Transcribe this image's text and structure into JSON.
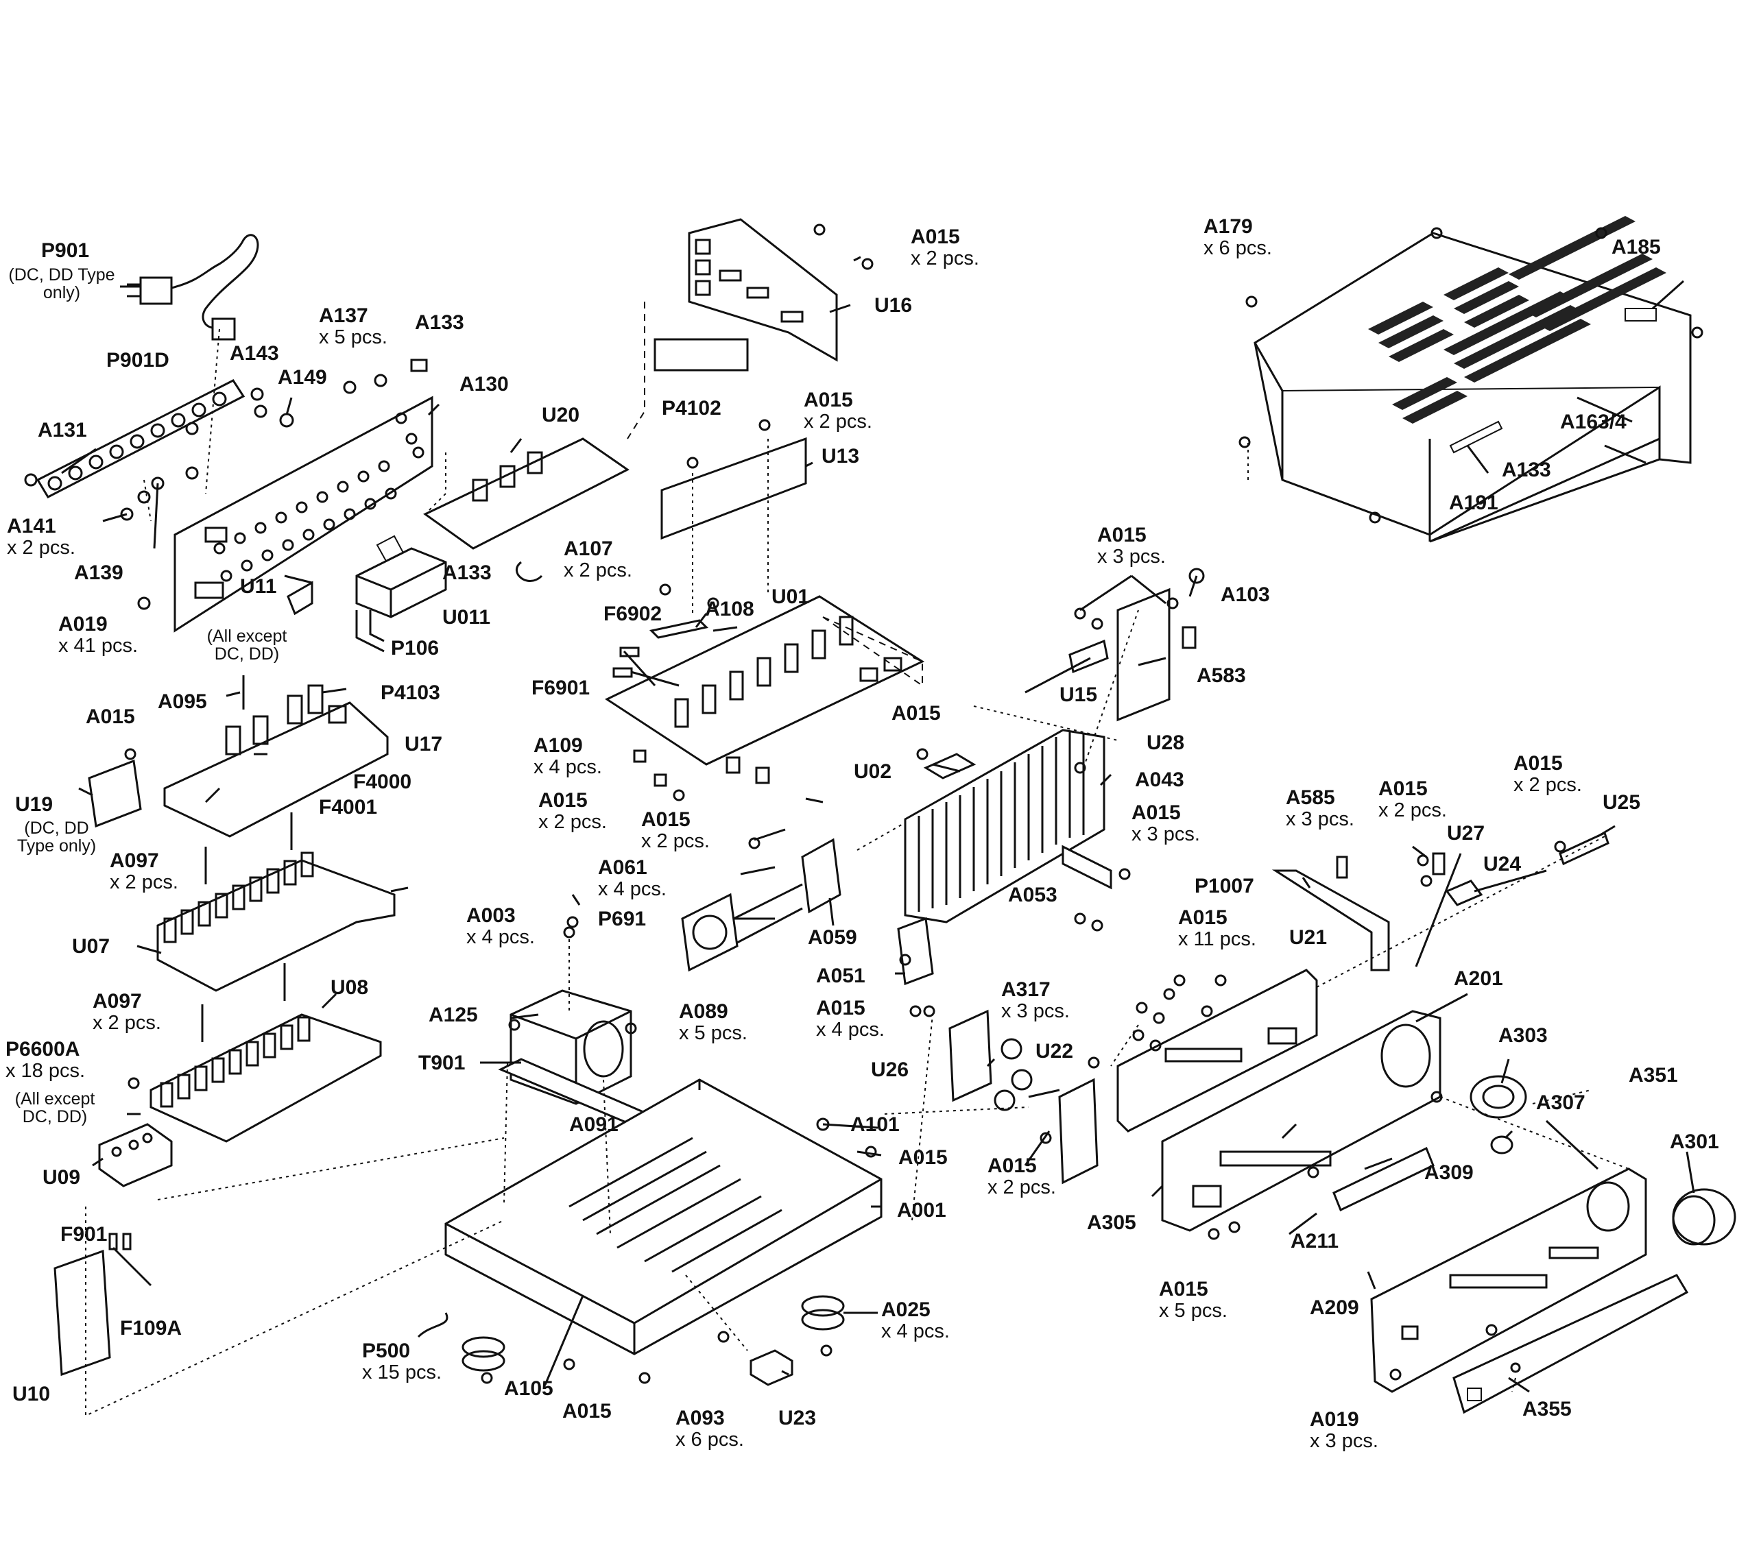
{
  "diagram": {
    "parts": {
      "P901": {
        "code": "P901",
        "note": "(DC, DD Type only)"
      },
      "P901D": {
        "code": "P901D"
      },
      "A137": {
        "code": "A137",
        "qty": "x 5 pcs."
      },
      "A133_top": {
        "code": "A133"
      },
      "A143": {
        "code": "A143"
      },
      "A149": {
        "code": "A149"
      },
      "A130": {
        "code": "A130"
      },
      "A131": {
        "code": "A131"
      },
      "A141": {
        "code": "A141",
        "qty": "x 2 pcs."
      },
      "A139": {
        "code": "A139"
      },
      "A133_mid": {
        "code": "A133"
      },
      "U011": {
        "code": "U011"
      },
      "A019_left": {
        "code": "A019",
        "qty": "x 41 pcs."
      },
      "U11": {
        "code": "U11",
        "note": "(All except DC, DD)"
      },
      "P106": {
        "code": "P106"
      },
      "A095": {
        "code": "A095"
      },
      "P4103": {
        "code": "P4103"
      },
      "A015_left": {
        "code": "A015"
      },
      "U17": {
        "code": "U17"
      },
      "F4000": {
        "code": "F4000"
      },
      "F4001": {
        "code": "F4001"
      },
      "U19": {
        "code": "U19",
        "note": "(DC, DD Type only)"
      },
      "A097_a": {
        "code": "A097",
        "qty": "x 2 pcs."
      },
      "U07": {
        "code": "U07"
      },
      "A097_b": {
        "code": "A097",
        "qty": "x 2 pcs."
      },
      "U08": {
        "code": "U08"
      },
      "P6600A": {
        "code": "P6600A",
        "qty": "x 18 pcs.",
        "note": "(All except DC, DD)"
      },
      "U09": {
        "code": "U09"
      },
      "F901": {
        "code": "F901"
      },
      "F109A": {
        "code": "F109A"
      },
      "U10": {
        "code": "U10"
      },
      "A015_top": {
        "code": "A015",
        "qty": "x 2 pcs."
      },
      "U16": {
        "code": "U16"
      },
      "U20": {
        "code": "U20"
      },
      "P4102": {
        "code": "P4102"
      },
      "A015_u13": {
        "code": "A015",
        "qty": "x 2 pcs."
      },
      "U13": {
        "code": "U13"
      },
      "A107": {
        "code": "A107",
        "qty": "x 2 pcs."
      },
      "A108": {
        "code": "A108"
      },
      "U01": {
        "code": "U01"
      },
      "F6902": {
        "code": "F6902"
      },
      "F6901": {
        "code": "F6901"
      },
      "A109": {
        "code": "A109",
        "qty": "x 4 pcs."
      },
      "A015_mid": {
        "code": "A015",
        "qty": "x 2 pcs."
      },
      "A015_u02": {
        "code": "A015"
      },
      "U02": {
        "code": "U02"
      },
      "A015_fan": {
        "code": "A015",
        "qty": "x 2 pcs."
      },
      "A061": {
        "code": "A061",
        "qty": "x 4 pcs."
      },
      "P691": {
        "code": "P691"
      },
      "A059": {
        "code": "A059"
      },
      "A003": {
        "code": "A003",
        "qty": "x 4 pcs."
      },
      "A125": {
        "code": "A125"
      },
      "T901": {
        "code": "T901"
      },
      "A089": {
        "code": "A089",
        "qty": "x 5 pcs."
      },
      "A091": {
        "code": "A091"
      },
      "A101": {
        "code": "A101"
      },
      "A015_chassis": {
        "code": "A015"
      },
      "A001": {
        "code": "A001"
      },
      "A025": {
        "code": "A025",
        "qty": "x 4 pcs."
      },
      "P500": {
        "code": "P500",
        "qty": "x 15 pcs."
      },
      "A105": {
        "code": "A105"
      },
      "A015_bottom": {
        "code": "A015"
      },
      "A093": {
        "code": "A093",
        "qty": "x 6 pcs."
      },
      "U23": {
        "code": "U23"
      },
      "A015_heat": {
        "code": "A015",
        "qty": "x 3 pcs."
      },
      "A103": {
        "code": "A103"
      },
      "A583": {
        "code": "A583"
      },
      "U15": {
        "code": "U15"
      },
      "U28": {
        "code": "U28"
      },
      "A043": {
        "code": "A043"
      },
      "A015_a053": {
        "code": "A015",
        "qty": "x 3 pcs."
      },
      "A053": {
        "code": "A053"
      },
      "A051": {
        "code": "A051"
      },
      "A015_a051": {
        "code": "A015",
        "qty": "x 4 pcs."
      },
      "A179": {
        "code": "A179",
        "qty": "x 6 pcs."
      },
      "A185": {
        "code": "A185"
      },
      "A163": {
        "code": "A163/4"
      },
      "A133_cover": {
        "code": "A133"
      },
      "A191": {
        "code": "A191"
      },
      "A585": {
        "code": "A585",
        "qty": "x 3 pcs."
      },
      "A015_u27": {
        "code": "A015",
        "qty": "x 2 pcs."
      },
      "A015_u25": {
        "code": "A015",
        "qty": "x 2 pcs."
      },
      "U25": {
        "code": "U25"
      },
      "U27": {
        "code": "U27"
      },
      "U24": {
        "code": "U24"
      },
      "P1007": {
        "code": "P1007"
      },
      "A015_u21": {
        "code": "A015",
        "qty": "x 11 pcs."
      },
      "U21": {
        "code": "U21"
      },
      "A201": {
        "code": "A201"
      },
      "A317": {
        "code": "A317",
        "qty": "x 3 pcs."
      },
      "U22": {
        "code": "U22"
      },
      "U26": {
        "code": "U26"
      },
      "A303": {
        "code": "A303"
      },
      "A351": {
        "code": "A351"
      },
      "A307": {
        "code": "A307"
      },
      "A301": {
        "code": "A301"
      },
      "A015_u22": {
        "code": "A015",
        "qty": "x 2 pcs."
      },
      "A305": {
        "code": "A305"
      },
      "A309": {
        "code": "A309"
      },
      "A211": {
        "code": "A211"
      },
      "A015_front": {
        "code": "A015",
        "qty": "x 5 pcs."
      },
      "A209": {
        "code": "A209"
      },
      "A019_front": {
        "code": "A019",
        "qty": "x 3 pcs."
      },
      "A355": {
        "code": "A355"
      }
    }
  }
}
